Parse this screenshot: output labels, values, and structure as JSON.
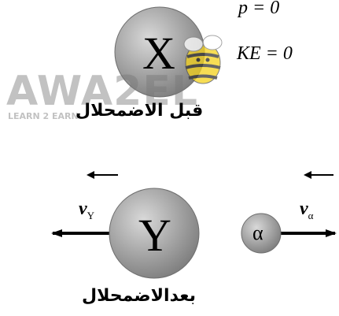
{
  "before": {
    "particle_label": "X",
    "momentum_eq": "p = 0",
    "kinetic_eq": "KE = 0",
    "caption": "قبل الاضمحلال"
  },
  "after": {
    "particle_label": "Y",
    "alpha_label": "α",
    "vel_y_symbol": "v",
    "vel_y_sub": "Y",
    "vel_alpha_symbol": "v",
    "vel_alpha_sub": "α",
    "caption": "بعدالاضمحلال"
  },
  "watermark": {
    "brand": "AWA2EL",
    "tagline": "LEARN 2 EARN"
  },
  "colors": {
    "sphere_light": "#d9d9d9",
    "sphere_dark": "#7d7d7d",
    "arrow": "#000000",
    "bee_yellow": "#f5d21c"
  }
}
